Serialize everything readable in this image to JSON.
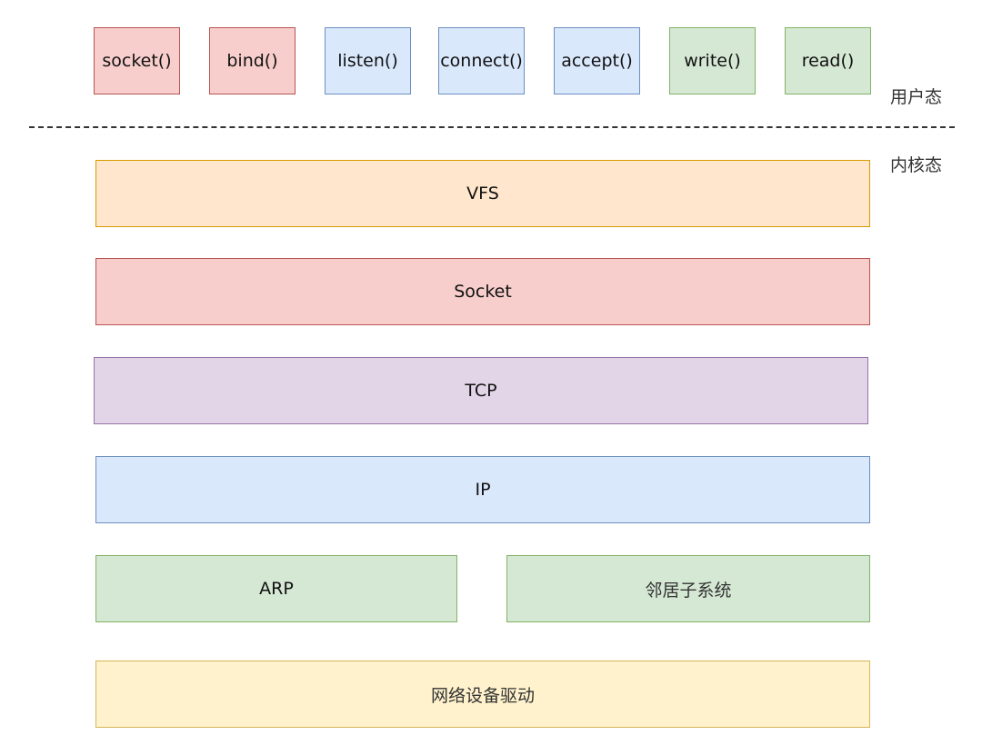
{
  "user_space": {
    "label": "用户态",
    "functions": [
      {
        "label": "socket()",
        "color": "#f8cecc"
      },
      {
        "label": "bind()",
        "color": "#f8cecc"
      },
      {
        "label": "listen()",
        "color": "#dae8fc"
      },
      {
        "label": "connect()",
        "color": "#dae8fc"
      },
      {
        "label": "accept()",
        "color": "#dae8fc"
      },
      {
        "label": "write()",
        "color": "#d5e8d4"
      },
      {
        "label": "read()",
        "color": "#d5e8d4"
      }
    ]
  },
  "kernel_space": {
    "label": "内核态",
    "layers": {
      "vfs": "VFS",
      "socket": "Socket",
      "tcp": "TCP",
      "ip": "IP",
      "arp": "ARP",
      "neighbor": "邻居子系统",
      "driver": "网络设备驱动"
    }
  }
}
